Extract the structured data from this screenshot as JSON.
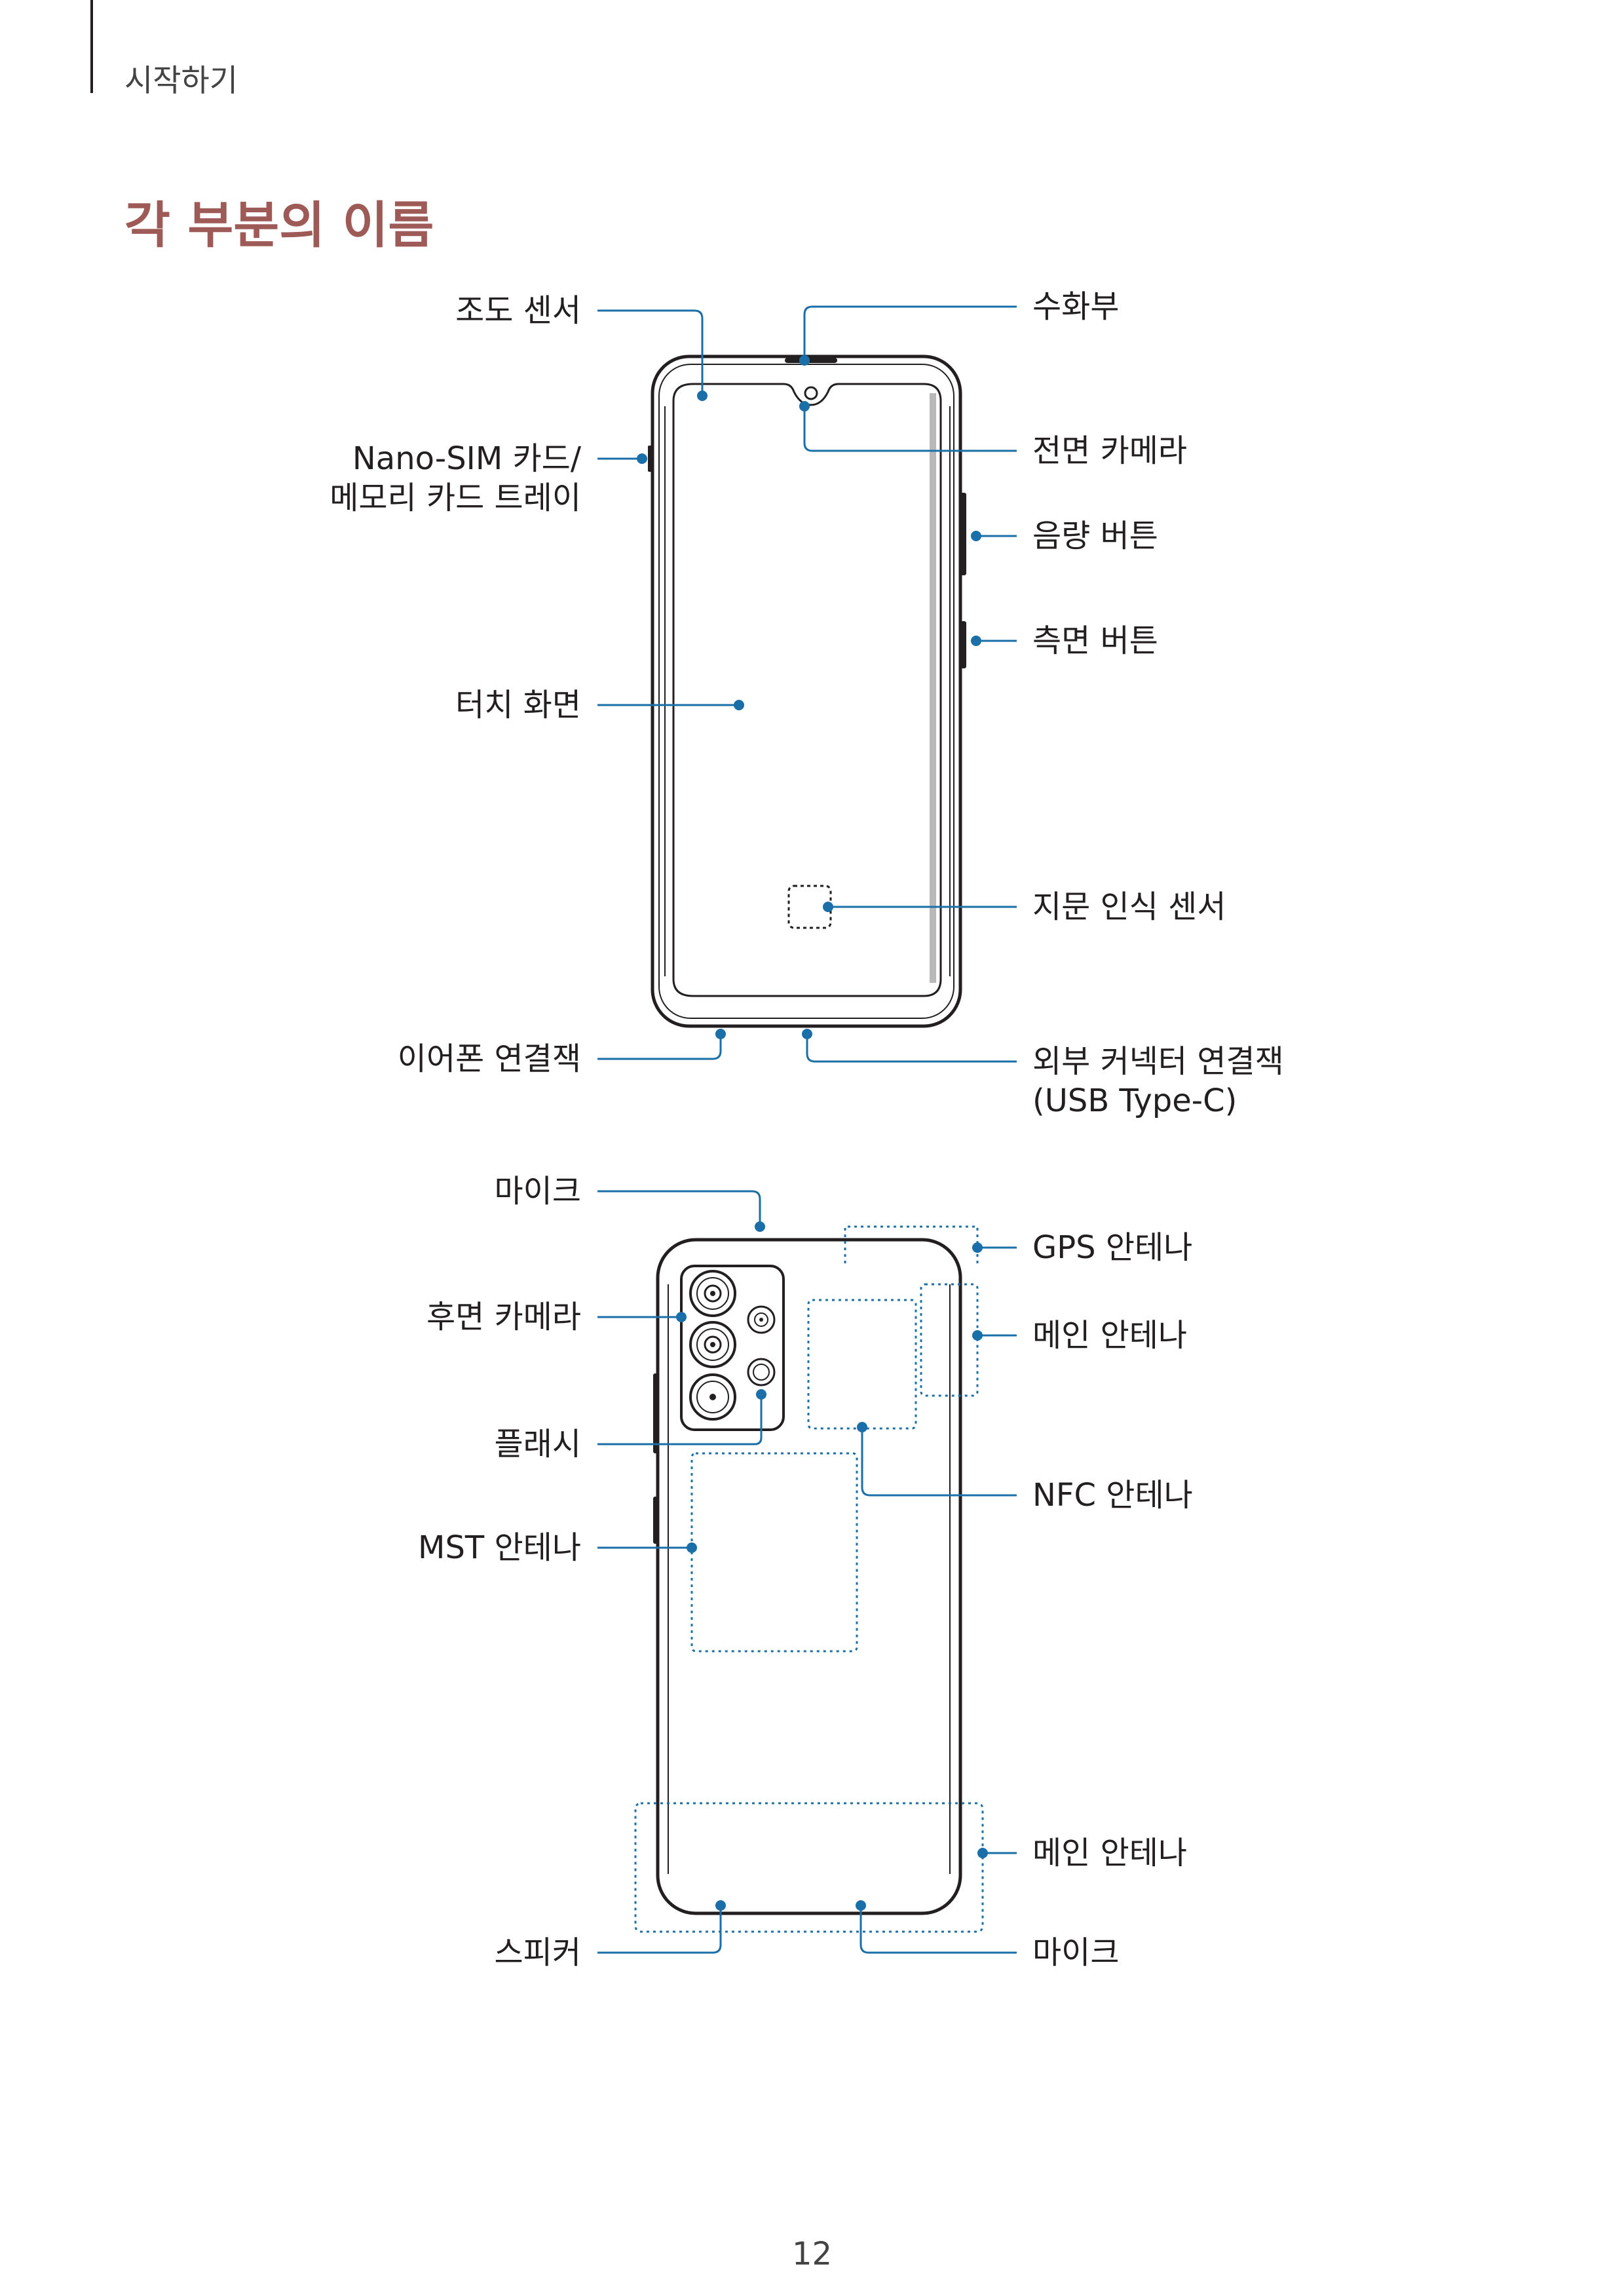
{
  "header": {
    "section": "시작하기"
  },
  "title": "각 부분의 이름",
  "page_number": "12",
  "colors": {
    "accent": "#9e5a56",
    "callout": "#1a6fa8"
  },
  "front_labels": {
    "light_sensor": "조도 센서",
    "receiver": "수화부",
    "sim_tray_line1": "Nano-SIM 카드/",
    "sim_tray_line2": "메모리 카드 트레이",
    "front_camera": "전면 카메라",
    "volume_button": "음량 버튼",
    "side_button": "측면 버튼",
    "touch_screen": "터치 화면",
    "fingerprint_sensor": "지문 인식 센서",
    "earphone_jack": "이어폰 연결잭",
    "usb_line1": "외부 커넥터 연결잭",
    "usb_line2": "(USB Type-C)"
  },
  "back_labels": {
    "mic_top": "마이크",
    "gps_antenna": "GPS 안테나",
    "rear_camera": "후면 카메라",
    "main_antenna_top": "메인 안테나",
    "flash": "플래시",
    "nfc_antenna": "NFC 안테나",
    "mst_antenna": "MST 안테나",
    "main_antenna_bottom": "메인 안테나",
    "speaker": "스피커",
    "mic_bottom": "마이크"
  }
}
